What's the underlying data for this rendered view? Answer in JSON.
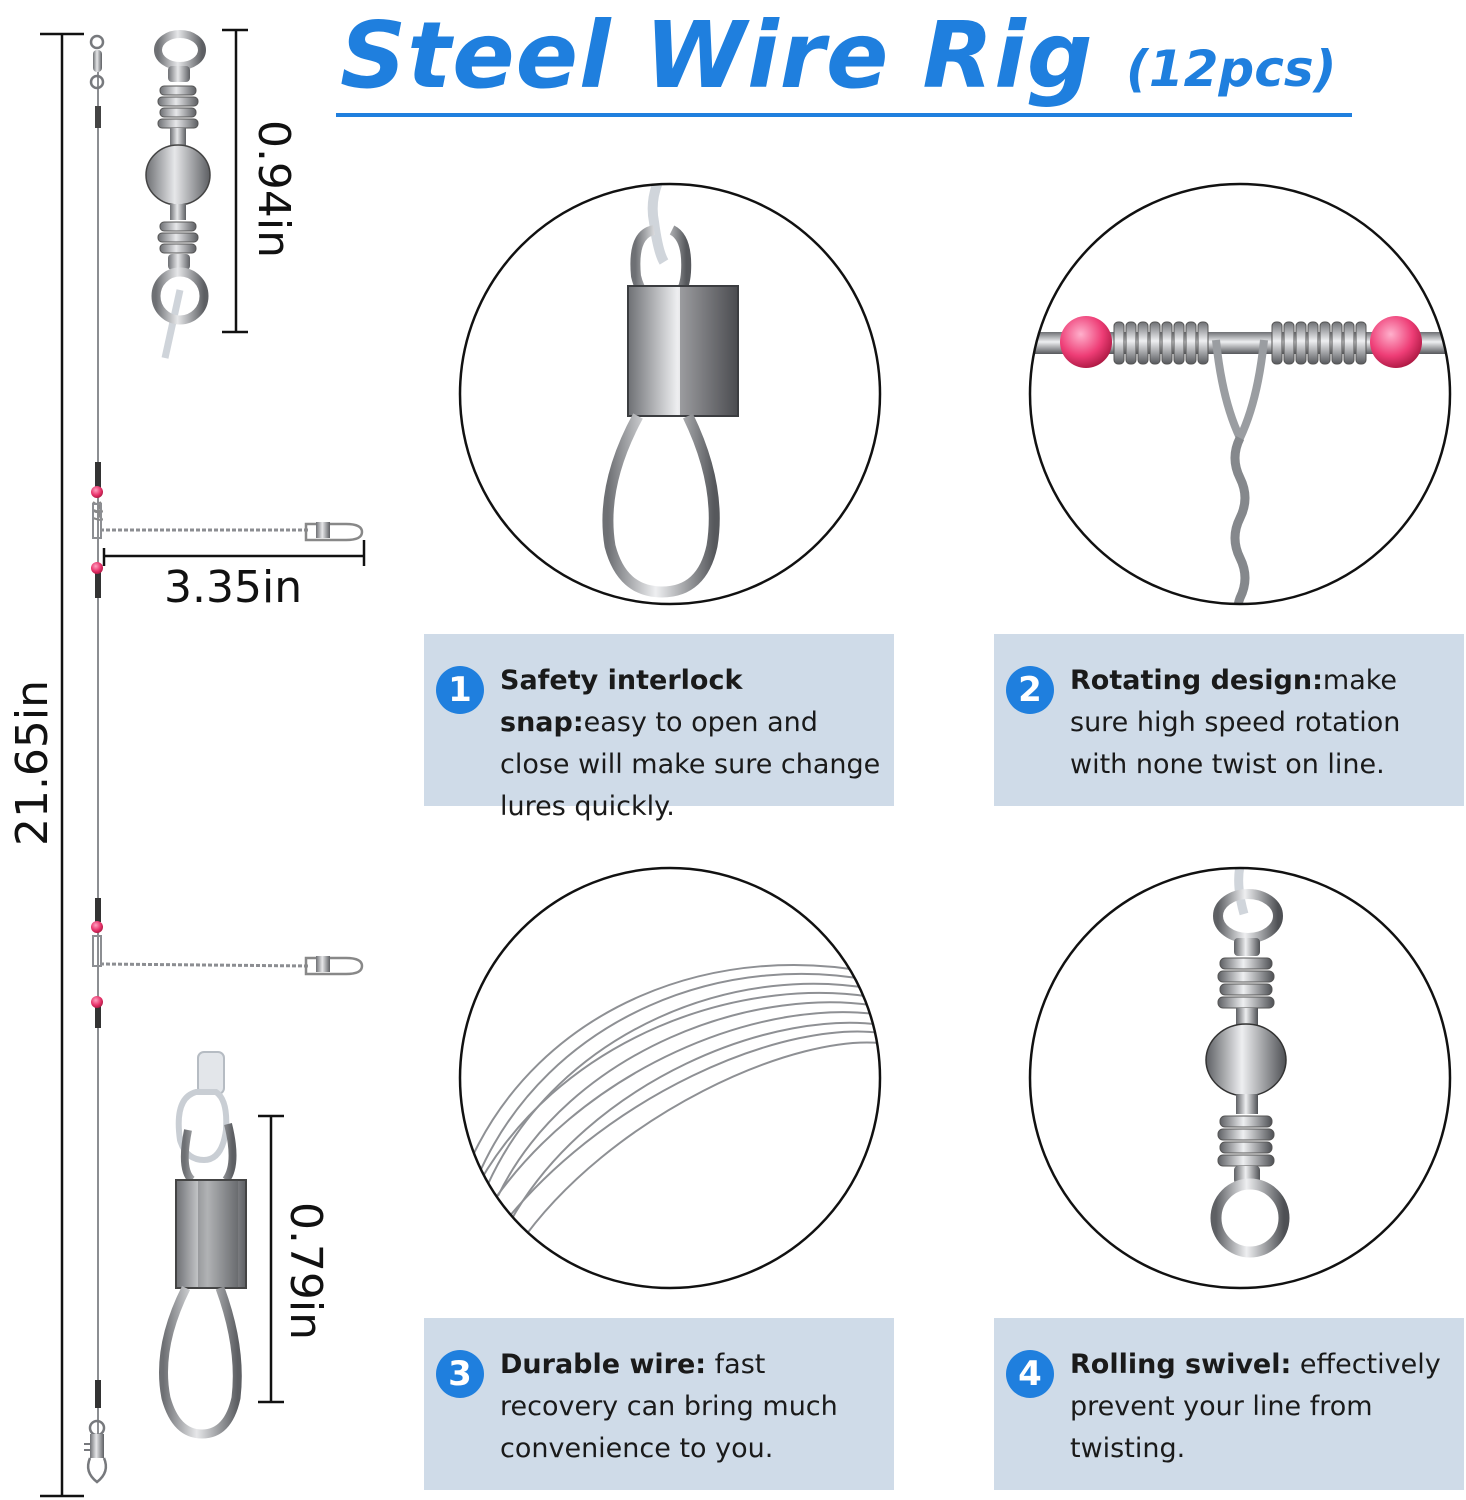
{
  "title": {
    "main": "Steel Wire Rig",
    "sub": "(12pcs)",
    "accent_color": "#1f7fde"
  },
  "dimensions": {
    "total_length": "21.65in",
    "top_swivel": "0.94in",
    "branch_length": "3.35in",
    "bottom_snap": "0.79in"
  },
  "features": [
    {
      "number": "1",
      "title": "Safety interlock snap:",
      "text": "easy to open and close will make sure change lures quickly.",
      "icon": "safety-snap-icon"
    },
    {
      "number": "2",
      "title": "Rotating design:",
      "text": "make sure high speed rotation with none twist on line.",
      "icon": "rotating-bead-icon"
    },
    {
      "number": "3",
      "title": "Durable wire:",
      "text": " fast recovery can bring much convenience to you.",
      "icon": "coiled-wire-icon"
    },
    {
      "number": "4",
      "title": "Rolling swivel:",
      "text": " effectively prevent your line from twisting.",
      "icon": "rolling-swivel-icon"
    }
  ],
  "colors": {
    "card_bg": "#cfdbe8",
    "bead": "#e8336b",
    "metal": "#9a9ca0"
  }
}
